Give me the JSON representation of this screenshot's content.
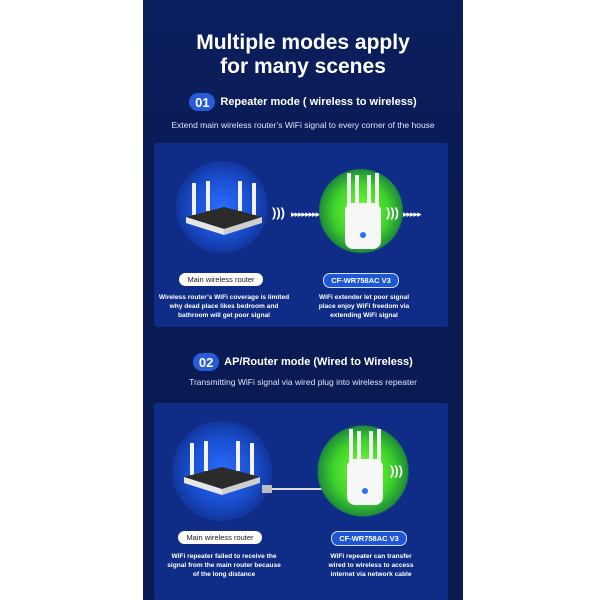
{
  "header": {
    "title_line1": "Multiple modes apply",
    "title_line2": "for many scenes"
  },
  "modes": [
    {
      "number": "01",
      "title": "Repeater mode ( wireless to wireless)",
      "subtitle": "Extend main wireless router’s WiFi signal to every corner of the house",
      "router_label": "Main wireless router",
      "router_desc": [
        "Wireless router’s WiFi coverage is limited",
        "why dead place likes bedroom and",
        "bathroom will get poor signal"
      ],
      "extender_label": "CF-WR758AC V3",
      "extender_desc": [
        "WiFi extender let poor signal",
        "place enjoy WiFi freedom via",
        "extending WiFi signal"
      ]
    },
    {
      "number": "02",
      "title": "AP/Router mode (Wired to Wireless)",
      "subtitle": "Transmitting WiFi signal via wired plug into wireless repeater",
      "router_label": "Main wireless router",
      "router_desc": [
        "WiFi repeater failed to receive the",
        "signal from the main router because",
        "of the long distance"
      ],
      "extender_label": "CF-WR758AC V3",
      "extender_desc": [
        "WiFi repeater can transfer",
        "wired to wireless to access",
        "internet via network cable"
      ]
    }
  ],
  "icons": {
    "wifi": "wifi-signal-icon",
    "arrows": "dotted-arrow-icon"
  },
  "colors": {
    "background": "#0a1a52",
    "card": "#0f2d86",
    "accent_blue": "#1e56d6",
    "accent_green": "#3ed12b"
  }
}
